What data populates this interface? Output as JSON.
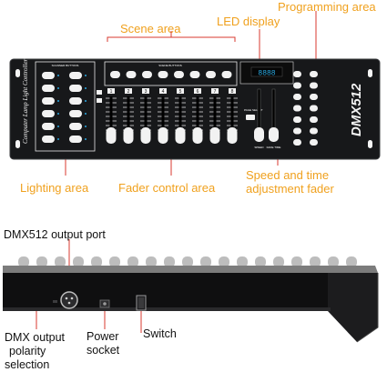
{
  "labels": {
    "scene_area": "Scene area",
    "led_display": "LED display",
    "programming_area": "Programming area",
    "lighting_area": "Lighting area",
    "fader_control_area": "Fader control area",
    "speed_time_line1": "Speed and time",
    "speed_time_line2": "adjustment fader",
    "dmx_output_port": "DMX512 output port",
    "dmx_polarity_line1": "DMX output",
    "dmx_polarity_line2": "polarity",
    "dmx_polarity_line3": "selection",
    "power_line1": "Power",
    "power_line2": "socket",
    "switch": "Switch"
  },
  "device": {
    "brand_text": "DMX512",
    "side_text": "Computer Lamp Light Controller",
    "scanner_buttons_label": "SCANNER BUTTONS",
    "scene_buttons_label": "SCENE BUTTONS",
    "page_select_label": "PAGE SELECT",
    "led_readout": "8888",
    "fader_numbers": [
      "1",
      "2",
      "3",
      "4",
      "5",
      "6",
      "7",
      "8"
    ],
    "speed_label": "SPEED",
    "fade_label": "FADE TIME"
  },
  "colors": {
    "annotation": "#f0a11e",
    "guide_line": "#d83a2f",
    "panel": "#17181a",
    "button": "#f2f2f2",
    "led": "#2aa8e0"
  },
  "icons": {
    "xlr_port": "xlr-connector-icon",
    "power": "dc-power-socket-icon",
    "switch": "rocker-switch-icon"
  }
}
